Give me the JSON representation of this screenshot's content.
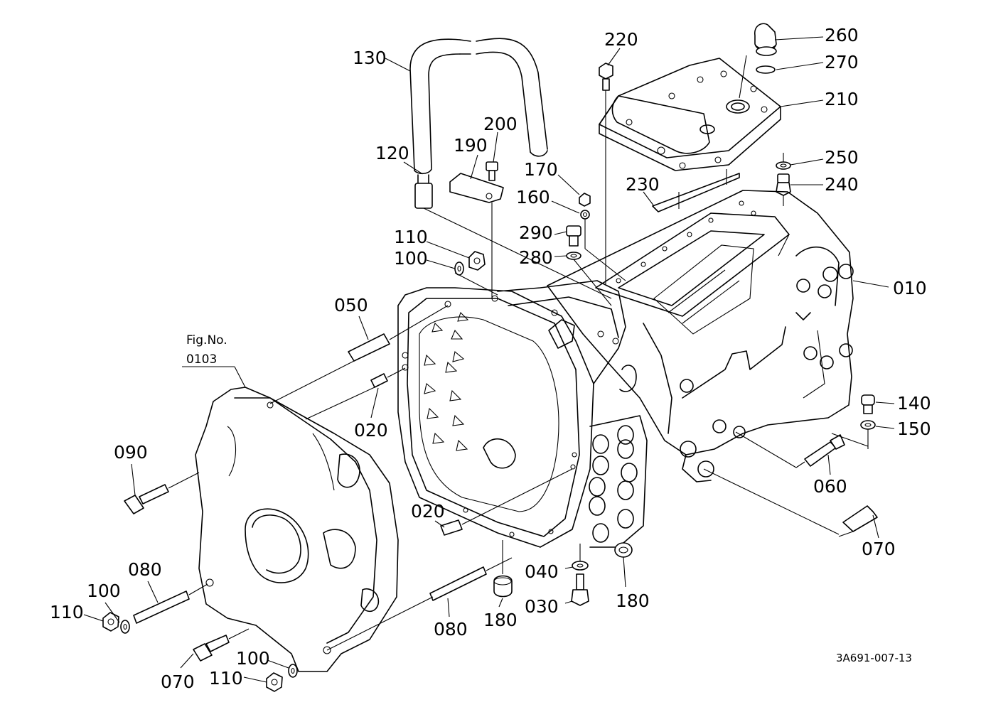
{
  "figure_ref": {
    "line1": "Fig.No.",
    "line2": "0103"
  },
  "drawing_code": "3A691-007-13",
  "callouts": [
    {
      "id": "c130",
      "label": "130"
    },
    {
      "id": "c220",
      "label": "220"
    },
    {
      "id": "c260",
      "label": "260"
    },
    {
      "id": "c270",
      "label": "270"
    },
    {
      "id": "c210",
      "label": "210"
    },
    {
      "id": "c200",
      "label": "200"
    },
    {
      "id": "c190",
      "label": "190"
    },
    {
      "id": "c120",
      "label": "120"
    },
    {
      "id": "c170",
      "label": "170"
    },
    {
      "id": "c250",
      "label": "250"
    },
    {
      "id": "c230",
      "label": "230"
    },
    {
      "id": "c240",
      "label": "240"
    },
    {
      "id": "c160",
      "label": "160"
    },
    {
      "id": "c290",
      "label": "290"
    },
    {
      "id": "c110a",
      "label": "110"
    },
    {
      "id": "c280",
      "label": "280"
    },
    {
      "id": "c100a",
      "label": "100"
    },
    {
      "id": "c010",
      "label": "010"
    },
    {
      "id": "c050",
      "label": "050"
    },
    {
      "id": "c140",
      "label": "140"
    },
    {
      "id": "c150",
      "label": "150"
    },
    {
      "id": "c020a",
      "label": "020"
    },
    {
      "id": "c090",
      "label": "090"
    },
    {
      "id": "c060",
      "label": "060"
    },
    {
      "id": "c020b",
      "label": "020"
    },
    {
      "id": "c070a",
      "label": "070"
    },
    {
      "id": "c080a",
      "label": "080"
    },
    {
      "id": "c040",
      "label": "040"
    },
    {
      "id": "c100b",
      "label": "100"
    },
    {
      "id": "c180a",
      "label": "180"
    },
    {
      "id": "c110b",
      "label": "110"
    },
    {
      "id": "c030",
      "label": "030"
    },
    {
      "id": "c180b",
      "label": "180"
    },
    {
      "id": "c080b",
      "label": "080"
    },
    {
      "id": "c100c",
      "label": "100"
    },
    {
      "id": "c070b",
      "label": "070"
    },
    {
      "id": "c110c",
      "label": "110"
    }
  ]
}
